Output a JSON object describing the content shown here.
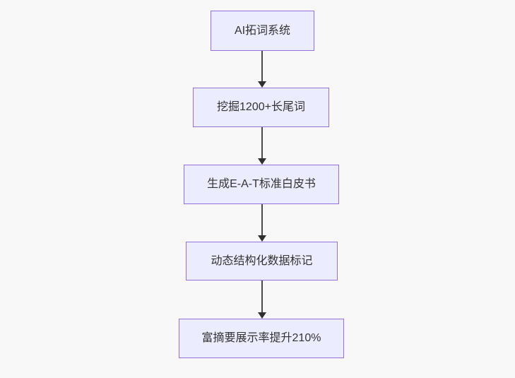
{
  "flowchart": {
    "title": "",
    "type": "flowchart-top-down",
    "colors": {
      "background": "#f8f8f8",
      "node_fill": "#ececff",
      "node_border": "#9370db",
      "arrow_line": "#4a4a4a",
      "arrow_head": "#2f2f2f",
      "text": "#333333"
    },
    "nodes": [
      {
        "id": "A",
        "label": "AI拓词系统"
      },
      {
        "id": "B",
        "label": "挖掘1200+长尾词"
      },
      {
        "id": "C",
        "label": "生成E-A-T标准白皮书"
      },
      {
        "id": "D",
        "label": "动态结构化数据标记"
      },
      {
        "id": "E",
        "label": "富摘要展示率提升210%"
      }
    ],
    "edges": [
      {
        "from": "A",
        "to": "B"
      },
      {
        "from": "B",
        "to": "C"
      },
      {
        "from": "C",
        "to": "D"
      },
      {
        "from": "D",
        "to": "E"
      }
    ]
  }
}
